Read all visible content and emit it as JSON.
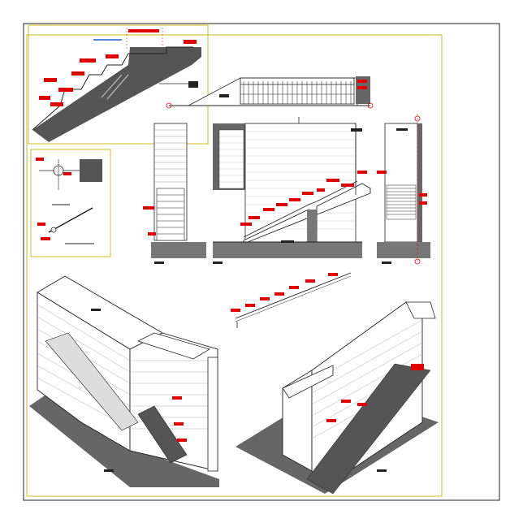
{
  "sheet": {
    "accent_red": "#e00000",
    "frame_yellow": "#c9b700",
    "line_color": "#222222",
    "fill_gray": "#7a7a7a"
  },
  "drawings": [
    {
      "id": "detail-section",
      "label": ""
    },
    {
      "id": "handrail-detail",
      "label": ""
    },
    {
      "id": "elevation-long",
      "label": ""
    },
    {
      "id": "section-front",
      "label": ""
    },
    {
      "id": "section-main",
      "label": ""
    },
    {
      "id": "section-side",
      "label": ""
    },
    {
      "id": "isometric-left",
      "label": ""
    },
    {
      "id": "isometric-right",
      "label": ""
    },
    {
      "id": "rail-profile",
      "label": ""
    }
  ]
}
